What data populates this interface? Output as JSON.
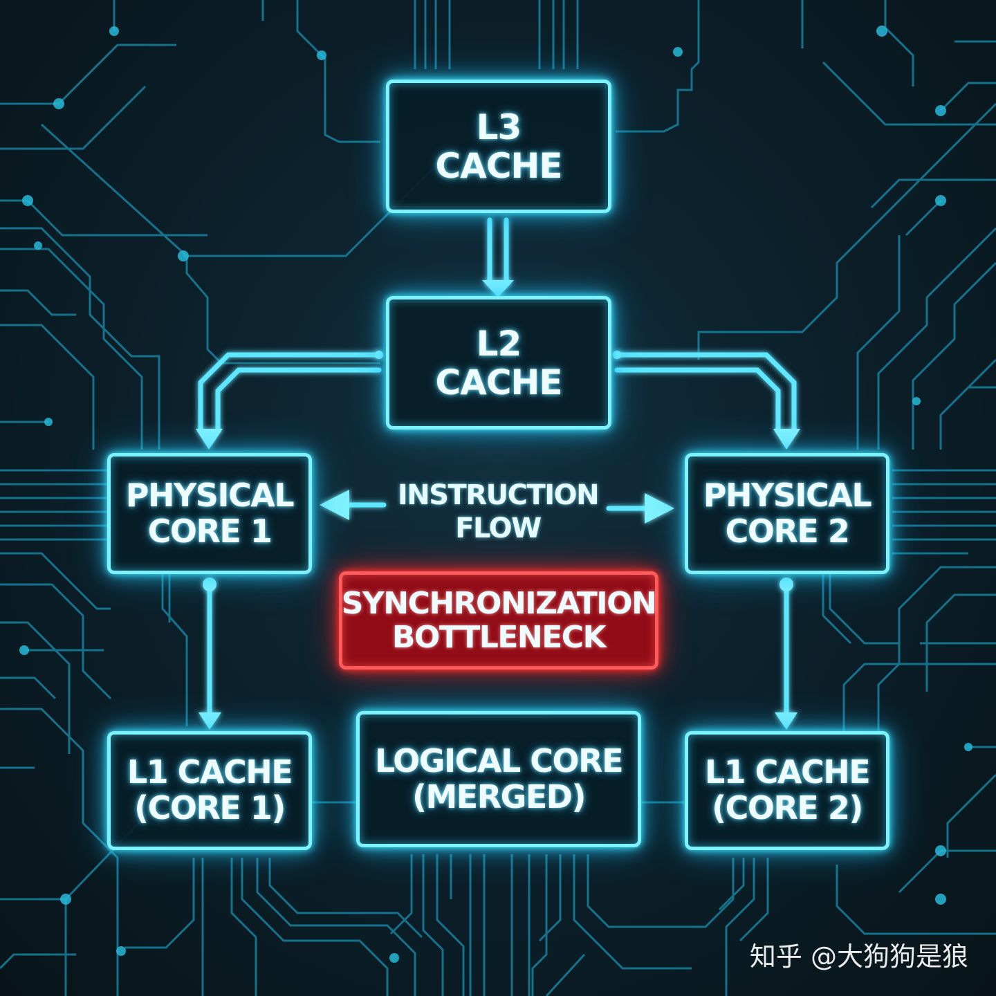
{
  "diagram": {
    "l3_cache": {
      "line1": "L3",
      "line2": "CACHE"
    },
    "l2_cache": {
      "line1": "L2",
      "line2": "CACHE"
    },
    "physical_core_1": {
      "line1": "PHYSICAL",
      "line2": "CORE 1"
    },
    "physical_core_2": {
      "line1": "PHYSICAL",
      "line2": "CORE 2"
    },
    "instruction_flow": {
      "line1": "INSTRUCTION",
      "line2": "FLOW"
    },
    "bottleneck": {
      "line1": "SYNCHRONIZATION",
      "line2": "BOTTLENECK"
    },
    "l1_cache_core_1": {
      "line1": "L1 CACHE",
      "line2": "(CORE 1)"
    },
    "logical_core": {
      "line1": "LOGICAL CORE",
      "line2": "(MERGED)"
    },
    "l1_cache_core_2": {
      "line1": "L1 CACHE",
      "line2": "(CORE 2)"
    }
  },
  "colors": {
    "trace": "#1fa8c8",
    "node_glow": "#7ff2ff",
    "alert": "#ff3a3a",
    "background": "#0c212c"
  },
  "watermark": "知乎 @大狗狗是狼"
}
